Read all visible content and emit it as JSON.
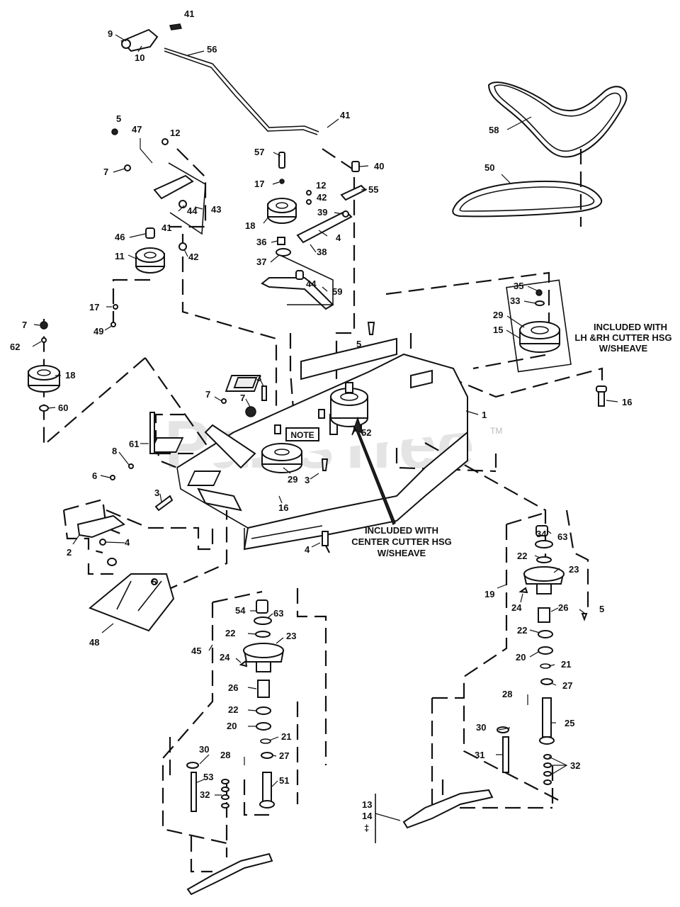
{
  "watermark": {
    "text": "PartsTree",
    "trademark": "TM"
  },
  "notes": {
    "note_box": "NOTE",
    "lh_rh_note": [
      "INCLUDED WITH",
      "LH &RH CUTTER HSG",
      "W/SHEAVE"
    ],
    "center_note": [
      "INCLUDED WITH",
      "CENTER CUTTER HSG",
      "W/SHEAVE"
    ]
  },
  "callouts": [
    {
      "id": "c41a",
      "text": "41"
    },
    {
      "id": "c9",
      "text": "9"
    },
    {
      "id": "c10",
      "text": "10"
    },
    {
      "id": "c56",
      "text": "56"
    },
    {
      "id": "c58",
      "text": "58"
    },
    {
      "id": "c50",
      "text": "50"
    },
    {
      "id": "c41b",
      "text": "41"
    },
    {
      "id": "c5a",
      "text": "5"
    },
    {
      "id": "c47",
      "text": "47"
    },
    {
      "id": "c12a",
      "text": "12"
    },
    {
      "id": "c7a",
      "text": "7"
    },
    {
      "id": "c43",
      "text": "43"
    },
    {
      "id": "c44a",
      "text": "44"
    },
    {
      "id": "c41c",
      "text": "41"
    },
    {
      "id": "c46",
      "text": "46"
    },
    {
      "id": "c42a",
      "text": "42"
    },
    {
      "id": "c11",
      "text": "11"
    },
    {
      "id": "c57",
      "text": "57"
    },
    {
      "id": "c17a",
      "text": "17"
    },
    {
      "id": "c40",
      "text": "40"
    },
    {
      "id": "c12b",
      "text": "12"
    },
    {
      "id": "c42b",
      "text": "42"
    },
    {
      "id": "c55",
      "text": "55"
    },
    {
      "id": "c39",
      "text": "39"
    },
    {
      "id": "c18a",
      "text": "18"
    },
    {
      "id": "c4a",
      "text": "4"
    },
    {
      "id": "c36",
      "text": "36"
    },
    {
      "id": "c38",
      "text": "38"
    },
    {
      "id": "c37",
      "text": "37"
    },
    {
      "id": "c44b",
      "text": "44"
    },
    {
      "id": "c59",
      "text": "59"
    },
    {
      "id": "c35",
      "text": "35"
    },
    {
      "id": "c33",
      "text": "33"
    },
    {
      "id": "c29a",
      "text": "29"
    },
    {
      "id": "c15",
      "text": "15"
    },
    {
      "id": "c7b",
      "text": "7"
    },
    {
      "id": "c17b",
      "text": "17"
    },
    {
      "id": "c49",
      "text": "49"
    },
    {
      "id": "c62",
      "text": "62"
    },
    {
      "id": "c18b",
      "text": "18"
    },
    {
      "id": "c60",
      "text": "60"
    },
    {
      "id": "c5b",
      "text": "5"
    },
    {
      "id": "c3a",
      "text": "3"
    },
    {
      "id": "c7c",
      "text": "7"
    },
    {
      "id": "c7d",
      "text": "7"
    },
    {
      "id": "c1",
      "text": "1"
    },
    {
      "id": "c16a",
      "text": "16"
    },
    {
      "id": "c61",
      "text": "61"
    },
    {
      "id": "c52",
      "text": "52"
    },
    {
      "id": "c8",
      "text": "8"
    },
    {
      "id": "c6",
      "text": "6"
    },
    {
      "id": "c29b",
      "text": "29"
    },
    {
      "id": "c3b",
      "text": "3"
    },
    {
      "id": "c3c",
      "text": "3"
    },
    {
      "id": "c16b",
      "text": "16"
    },
    {
      "id": "c2",
      "text": "2"
    },
    {
      "id": "c4b",
      "text": "4"
    },
    {
      "id": "c4c",
      "text": "4"
    },
    {
      "id": "c34",
      "text": "34"
    },
    {
      "id": "c63a",
      "text": "63"
    },
    {
      "id": "c22a",
      "text": "22"
    },
    {
      "id": "c23a",
      "text": "23"
    },
    {
      "id": "c5c",
      "text": "5"
    },
    {
      "id": "c19",
      "text": "19"
    },
    {
      "id": "c24a",
      "text": "24"
    },
    {
      "id": "c26a",
      "text": "26"
    },
    {
      "id": "c5d",
      "text": "5"
    },
    {
      "id": "c22b",
      "text": "22"
    },
    {
      "id": "c20a",
      "text": "20"
    },
    {
      "id": "c21a",
      "text": "21"
    },
    {
      "id": "c27a",
      "text": "27"
    },
    {
      "id": "c28a",
      "text": "28"
    },
    {
      "id": "c25",
      "text": "25"
    },
    {
      "id": "c30a",
      "text": "30"
    },
    {
      "id": "c31",
      "text": "31"
    },
    {
      "id": "c32a",
      "text": "32"
    },
    {
      "id": "c13",
      "text": "13"
    },
    {
      "id": "c14",
      "text": "14"
    },
    {
      "id": "cdd",
      "text": "‡"
    },
    {
      "id": "c48",
      "text": "48"
    },
    {
      "id": "c54",
      "text": "54"
    },
    {
      "id": "c63b",
      "text": "63"
    },
    {
      "id": "c22c",
      "text": "22"
    },
    {
      "id": "c23b",
      "text": "23"
    },
    {
      "id": "c45",
      "text": "45"
    },
    {
      "id": "c24b",
      "text": "24"
    },
    {
      "id": "c26b",
      "text": "26"
    },
    {
      "id": "c22d",
      "text": "22"
    },
    {
      "id": "c20b",
      "text": "20"
    },
    {
      "id": "c21b",
      "text": "21"
    },
    {
      "id": "c28b",
      "text": "28"
    },
    {
      "id": "c27b",
      "text": "27"
    },
    {
      "id": "c30b",
      "text": "30"
    },
    {
      "id": "c53",
      "text": "53"
    },
    {
      "id": "c51",
      "text": "51"
    },
    {
      "id": "c32b",
      "text": "32"
    }
  ]
}
